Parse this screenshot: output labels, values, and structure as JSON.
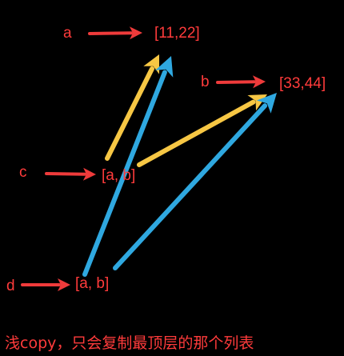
{
  "labels": {
    "a": "a",
    "b": "b",
    "c": "c",
    "d": "d",
    "list_a": "[11,22]",
    "list_b": "[33,44]",
    "list_c": "[a, b]",
    "list_d": "[a, b]"
  },
  "caption": "浅copy，只会复制最顶层的那个列表",
  "colors": {
    "background": "#000000",
    "text": "#ff3b3b",
    "red_arrow": "#ef3b3b",
    "yellow_arrow": "#f7c744",
    "blue_arrow": "#2fa8e0"
  }
}
